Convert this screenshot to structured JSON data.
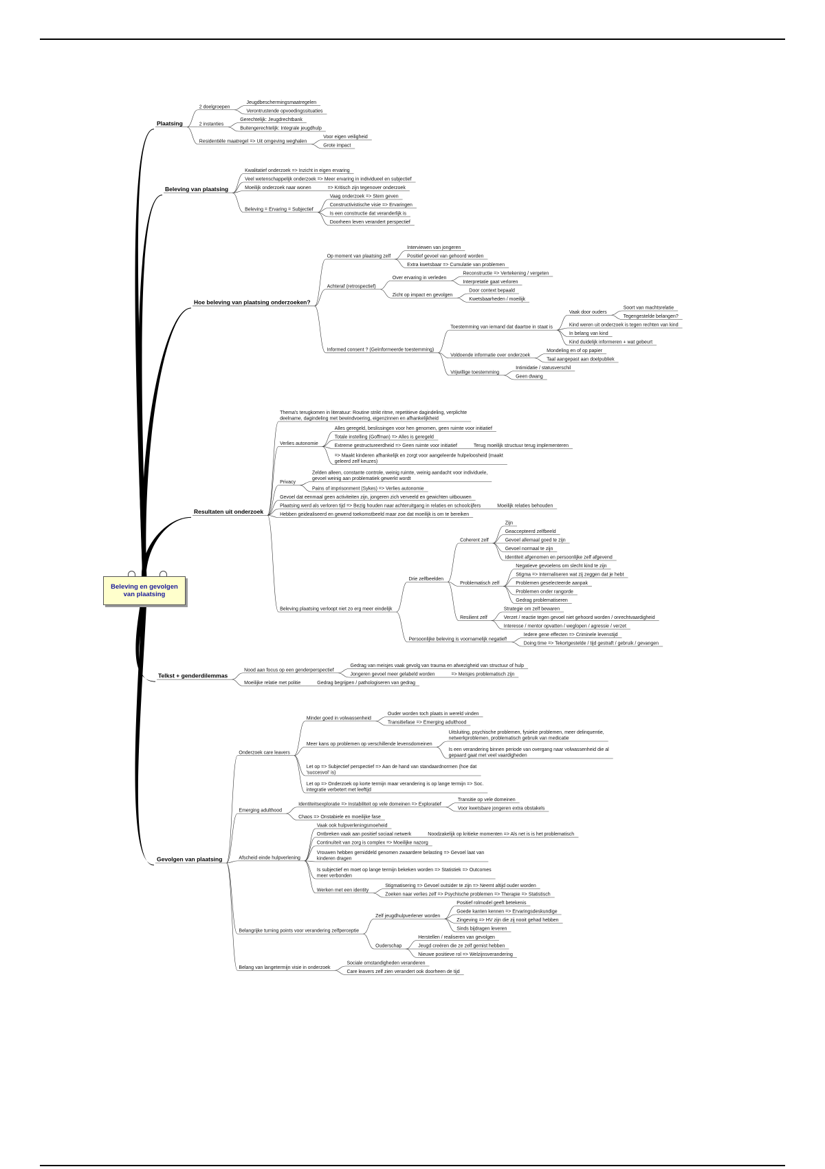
{
  "root": {
    "line1": "Beleving en gevolgen",
    "line2": "van plaatsing"
  },
  "branches": [
    {
      "label": "Plaatsing",
      "children": [
        {
          "label": "2 doelgroepen",
          "children": [
            {
              "label": "Jeugdbeschermingsmaatregelen"
            },
            {
              "label": "Verontrustende opvoedingssituaties"
            }
          ]
        },
        {
          "label": "2 instanties",
          "children": [
            {
              "label": "Gerechtelijk: Jeugdrechtbank"
            },
            {
              "label": "Buitengerechtelijk: Integrale jeugdhulp"
            }
          ]
        },
        {
          "label": "Residentiële maatregel => Uit omgeving weghalen",
          "children": [
            {
              "label": "Voor eigen veiligheid"
            },
            {
              "label": "Grote impact"
            }
          ]
        }
      ]
    },
    {
      "label": "Beleving van plaatsing",
      "children": [
        {
          "label": "Kwalitatief onderzoek => Inzicht in eigen ervaring"
        },
        {
          "label": "Veel wetenschappelijk onderzoek => Meer ervaring in individueel en subjectief"
        },
        {
          "label": "Moeilijk onderzoek naar wonen",
          "children": [
            {
              "label": "=> Kritisch zijn tegenover onderzoek"
            }
          ]
        },
        {
          "label": "Beleving = Ervaring = Subjectief",
          "children": [
            {
              "label": "Vaag onderzoek => Stem geven"
            },
            {
              "label": "Constructivistische visie => Ervaringen"
            },
            {
              "label": "Is een constructie dat veranderlijk is"
            },
            {
              "label": "Doorheen leven verandert perspectief"
            }
          ]
        }
      ]
    },
    {
      "label": "Hoe beleving van plaatsing onderzoeken?",
      "children": [
        {
          "label": "Op moment van plaatsing zelf",
          "children": [
            {
              "label": "Interviewen van jongeren"
            },
            {
              "label": "Positief gevoel van gehoord worden"
            },
            {
              "label": "Extra kwetsbaar => Cumulatie van problemen"
            }
          ]
        },
        {
          "label": "Achteraf (retrospectief)",
          "children": [
            {
              "label": "Over ervaring in verleden",
              "children": [
                {
                  "label": "Reconstructie => Vertekening / vergeten"
                },
                {
                  "label": "Interpretatie gaat verloren"
                }
              ]
            },
            {
              "label": "Zicht op impact en gevolgen",
              "children": [
                {
                  "label": "Door context bepaald"
                },
                {
                  "label": "Kwetsbaarheden / moeilijk"
                }
              ]
            }
          ]
        },
        {
          "label": "Informed consent ? (Geïnformeerde toestemming)",
          "children": [
            {
              "label": "Toestemming van iemand dat daartoe in staat is",
              "children": [
                {
                  "label": "Vaak door ouders",
                  "children": [
                    {
                      "label": "Soort van machtsrelatie"
                    },
                    {
                      "label": "Tegengestelde belangen?"
                    }
                  ]
                },
                {
                  "label": "Kind weren uit onderzoek is tegen rechten van kind"
                },
                {
                  "label": "In belang van kind"
                },
                {
                  "label": "Kind duidelijk informeren + wat gebeurt"
                }
              ]
            },
            {
              "label": "Voldoende informatie over onderzoek",
              "children": [
                {
                  "label": "Mondeling en of op papier"
                },
                {
                  "label": "Taal aangepast aan doelpubliek"
                }
              ]
            },
            {
              "label": "Vrijwillige toestemming",
              "children": [
                {
                  "label": "Intimidatie / statusverschil"
                },
                {
                  "label": "Geen dwang"
                }
              ]
            }
          ]
        }
      ]
    },
    {
      "label": "Resultaten uit onderzoek",
      "children": [
        {
          "label": "Thema's terugkomen in literatuur: Routine strikt ritme, repetitieve dagindeling, verplichte deelname, dagindeling met bewindvoering, eigenzinnen en afhankelijkheid"
        },
        {
          "label": "Verlies autonomie",
          "children": [
            {
              "label": "Alles geregeld, beslissingen voor hen genomen, geen ruimte voor initiatief"
            },
            {
              "label": "Totale instelling (Goffman) => Alles is geregeld"
            },
            {
              "label": "Extreme gestructureerdheid => Geen ruimte voor initiatief",
              "children": [
                {
                  "label": "Terug moeilijk structuur terug implementeren"
                }
              ]
            },
            {
              "label": "=> Maakt kinderen afhankelijk en zorgt voor aangeleerde hulpeloosheid (maakt geleerd zelf keuzes)"
            }
          ]
        },
        {
          "label": "Privacy",
          "children": [
            {
              "label": "Zelden alleen, constante controle, weinig ruimte, weinig aandacht voor individuele, gevoel weinig aan problematiek gewerkt wordt"
            },
            {
              "label": "Pains of imprisonment (Sykes) => Verlies autonomie"
            }
          ]
        },
        {
          "label": "Gevoel dat eenmaal geen activiteiten zijn, jongeren zich verveeld en gewichten uitbouwen"
        },
        {
          "label": "Plaatsing werd als verloren tijd => Bezig houden naar achteruitgang in relaties en schoolcijfers",
          "children": [
            {
              "label": "Moeilijk relaties behouden"
            }
          ]
        },
        {
          "label": "Hebben geidealiseerd en gewend toekomstbeeld maar zoe dat moeilijk is om te bereiken"
        },
        {
          "label": "Beleving plaatsing verloopt niet zo erg meer eindelijk",
          "children": [
            {
              "label": "Drie zelfbeelden",
              "children": [
                {
                  "label": "Coherent zelf",
                  "children": [
                    {
                      "label": "Zijn"
                    },
                    {
                      "label": "Geaccepteerd zelfbeeld"
                    },
                    {
                      "label": "Gevoel allemaal goed te zijn"
                    },
                    {
                      "label": "Gevoel normaal te zijn"
                    },
                    {
                      "label": "Identiteit afgenomen en persoonlijke zelf afgevend"
                    }
                  ]
                },
                {
                  "label": "Problematisch zelf",
                  "children": [
                    {
                      "label": "Negatieve gevoelens om slecht kind te zijn"
                    },
                    {
                      "label": "Stigma => Internaliseren wat zij zeggen dat je hebt"
                    },
                    {
                      "label": "Problemen geselecteerde aanpak"
                    },
                    {
                      "label": "Problemen onder rangorde"
                    },
                    {
                      "label": "Gedrag problematiseren"
                    }
                  ]
                },
                {
                  "label": "Resilient zelf",
                  "children": [
                    {
                      "label": "Strategie om zelf bewaren"
                    },
                    {
                      "label": "Verzet / reactie tegen gevoel niet gehoord worden / onrechtvaardigheid"
                    },
                    {
                      "label": "Interesse / mentor opvatten / weglopen / agressie / verzet"
                    }
                  ]
                }
              ]
            },
            {
              "label": "Persoonlijke beleving is voornamelijk negatief!",
              "children": [
                {
                  "label": "Iedere gene effecten => Criminele levenstijd"
                },
                {
                  "label": "Doing time => Tekortgestelde / tijd gestraft / gebruik / gevangen"
                }
              ]
            }
          ]
        }
      ]
    },
    {
      "label": "Telkst + genderdilemmas",
      "children": [
        {
          "label": "Nood aan focus op een genderperspectief",
          "children": [
            {
              "label": "Gedrag van meisjes vaak gevolg van trauma en afwezigheid van structuur of hulp"
            },
            {
              "label": "Jongeren gevoel meer gelabeld worden",
              "children": [
                {
                  "label": "=> Meisjes problematisch zijn"
                }
              ]
            }
          ]
        },
        {
          "label": "Moeilijke relatie met politie",
          "children": [
            {
              "label": "Gedrag begrijpen / pathologiseren van gedrag"
            }
          ]
        }
      ]
    },
    {
      "label": "Gevolgen van plaatsing",
      "children": [
        {
          "label": "Onderzoek care leavers",
          "children": [
            {
              "label": "Minder goed in volwassenheid",
              "children": [
                {
                  "label": "Ouder worden toch plaats in wereld vinden"
                },
                {
                  "label": "Transitiefase => Emerging adulthood"
                }
              ]
            },
            {
              "label": "Meer kans op problemen op verschillende levensdomeinen",
              "children": [
                {
                  "label": "Uitsluiting, psychische problemen, fysieke problemen, meer delinquentie, netwerkproblemen, problematisch gebruik van medicatie"
                },
                {
                  "label": "Is een verandering binnen periode van overgang naar volwassenheid die al gepaard gaat met veel vaardigheden"
                }
              ]
            },
            {
              "label": "Let op => Subjectief perspectief => Aan de hand van standaardnormen (hoe dat 'succesvol' is)"
            },
            {
              "label": "Let op => Onderzoek op korte termijn maar verandering is op lange termijn => Soc. integratie verbetert met leeftijd"
            }
          ]
        },
        {
          "label": "Emerging adulthood",
          "children": [
            {
              "label": "Identiteitsexploratie => Instabiliteit op vele domeinen => Exploratief",
              "children": [
                {
                  "label": "Transitie op vele domeinen"
                },
                {
                  "label": "Voor kwetsbare jongeren extra obstakels"
                }
              ]
            },
            {
              "label": "Chaos => Onstabiele en moeilijke fase"
            }
          ]
        },
        {
          "label": "Afscheid einde hulpverlening",
          "children": [
            {
              "label": "Vaak ook hulpverleningsmoeheid"
            },
            {
              "label": "Ontbreken vaak aan positief sociaal netwerk",
              "children": [
                {
                  "label": "Noodzakelijk op kritieke momenten => Als net is is het problematisch"
                }
              ]
            },
            {
              "label": "Continuïteit van zorg is complex => Moeilijke nazorg"
            },
            {
              "label": "Vrouwen hebben gemiddeld genomen zwaardere belasting => Gevoel laat van kinderen dragen"
            },
            {
              "label": "Is subjectief en moet op lange termijn bekeken worden => Statistiek => Outcomes meer verbonden"
            },
            {
              "label": "Werken met een identity",
              "children": [
                {
                  "label": "Stigmatisering => Gevoel outsider te zijn => Neemt altijd ouder worden"
                },
                {
                  "label": "Zoeken naar verlies zelf => Psychische problemen => Therapie => Statistisch"
                }
              ]
            }
          ]
        },
        {
          "label": "Belangrijke turning points voor verandering zelfperceptie",
          "children": [
            {
              "label": "Zelf jeugdhulpverlener worden",
              "children": [
                {
                  "label": "Positief rolmodel geeft betekenis"
                },
                {
                  "label": "Goede kanten kennen => Ervaringsdeskundige"
                },
                {
                  "label": "Zingeving => HV zijn die zij nooit gehad hebben"
                },
                {
                  "label": "Sinds bijdragen leveren"
                }
              ]
            },
            {
              "label": "Ouderschap",
              "children": [
                {
                  "label": "Herstellen / realiseren van gevolgen"
                },
                {
                  "label": "Jeugd creëren die ze zelf gemist hebben"
                },
                {
                  "label": "Nieuwe positieve rol => Welzijnsverandering"
                }
              ]
            }
          ]
        },
        {
          "label": "Belang van langetermijn visie in onderzoek",
          "children": [
            {
              "label": "Sociale omstandigheden veranderen"
            },
            {
              "label": "Care leavers zelf zien verandert ook doorheen de tijd"
            }
          ]
        }
      ]
    }
  ]
}
